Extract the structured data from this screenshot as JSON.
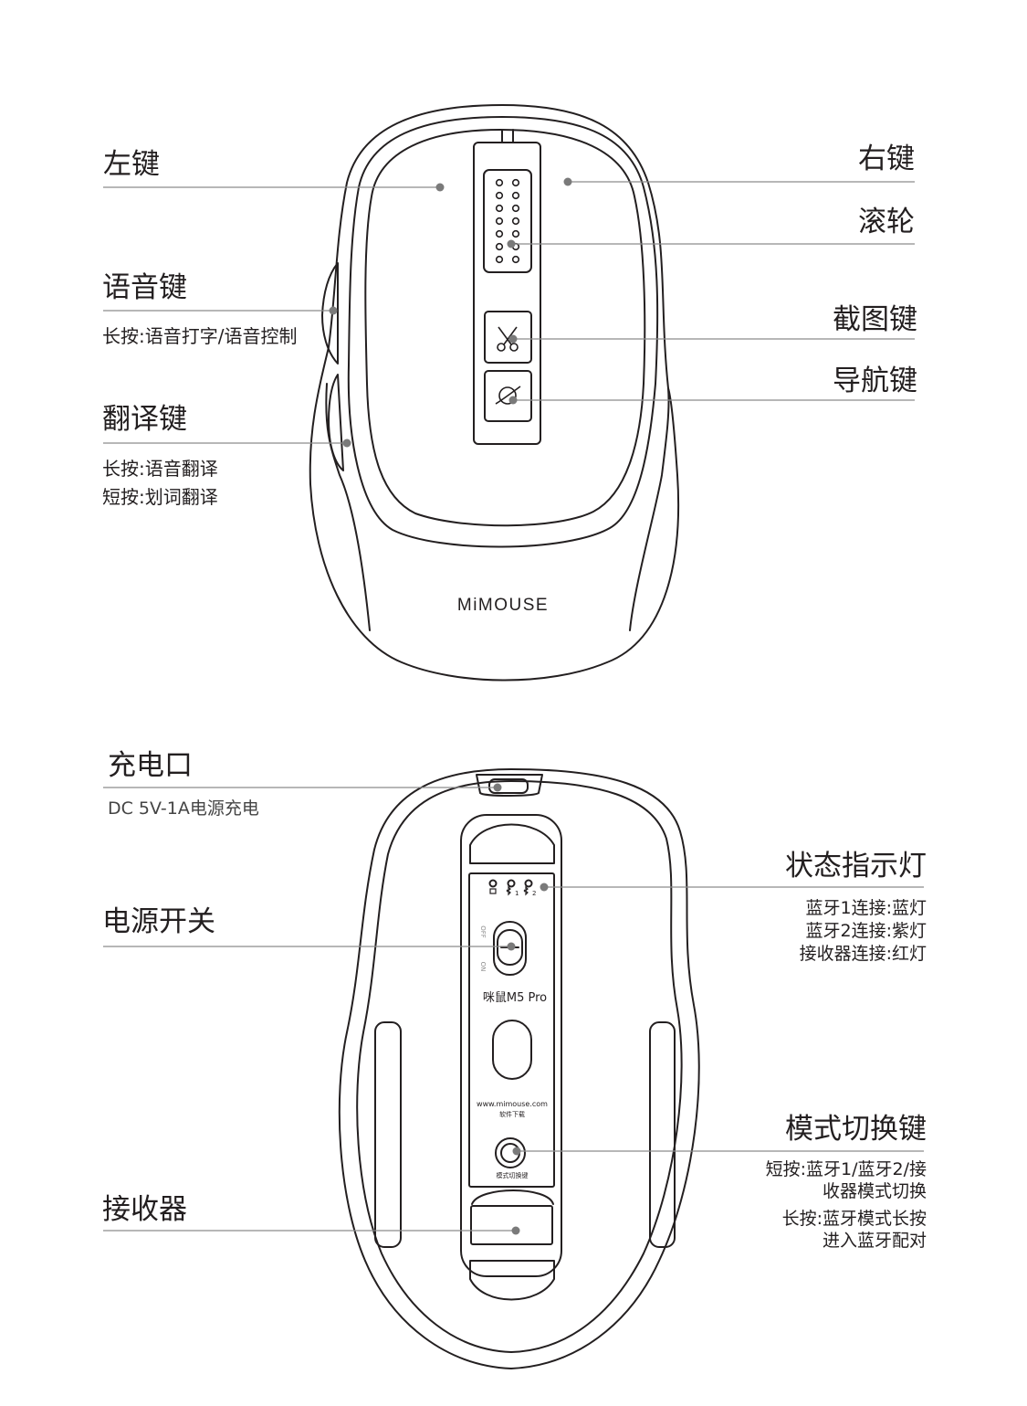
{
  "top_view": {
    "brand": "MiMOUSE",
    "labels": {
      "left_key": "左键",
      "right_key": "右键",
      "scroll_wheel": "滚轮",
      "voice_key": "语音键",
      "voice_key_desc": "长按:语音打字/语音控制",
      "screenshot_key": "截图键",
      "navigation_key": "导航键",
      "translate_key": "翻译键",
      "translate_key_desc_1": "长按:语音翻译",
      "translate_key_desc_2": "短按:划词翻译"
    }
  },
  "bottom_view": {
    "model_name": "咪鼠M5 Pro",
    "website": "www.mimouse.com",
    "software_download": "软件下载",
    "mode_button_caption": "模式切换键",
    "switch_off": "OFF",
    "switch_on": "ON",
    "indicator_marks": [
      "",
      "1",
      "2"
    ],
    "labels": {
      "charging_port": "充电口",
      "charging_port_desc": "DC 5V-1A电源充电",
      "status_light": "状态指示灯",
      "status_light_desc_1": "蓝牙1连接:蓝灯",
      "status_light_desc_2": "蓝牙2连接:紫灯",
      "status_light_desc_3": "接收器连接:红灯",
      "power_switch": "电源开关",
      "mode_switch_key": "模式切换键",
      "mode_switch_desc_1a": "短按:蓝牙1/蓝牙2/接",
      "mode_switch_desc_1b": "收器模式切换",
      "mode_switch_desc_2a": "长按:蓝牙模式长按",
      "mode_switch_desc_2b": "进入蓝牙配对",
      "receiver": "接收器"
    }
  },
  "colors": {
    "line": "#231f20",
    "leader": "#8c8c8c",
    "dot": "#7a7a7a"
  }
}
